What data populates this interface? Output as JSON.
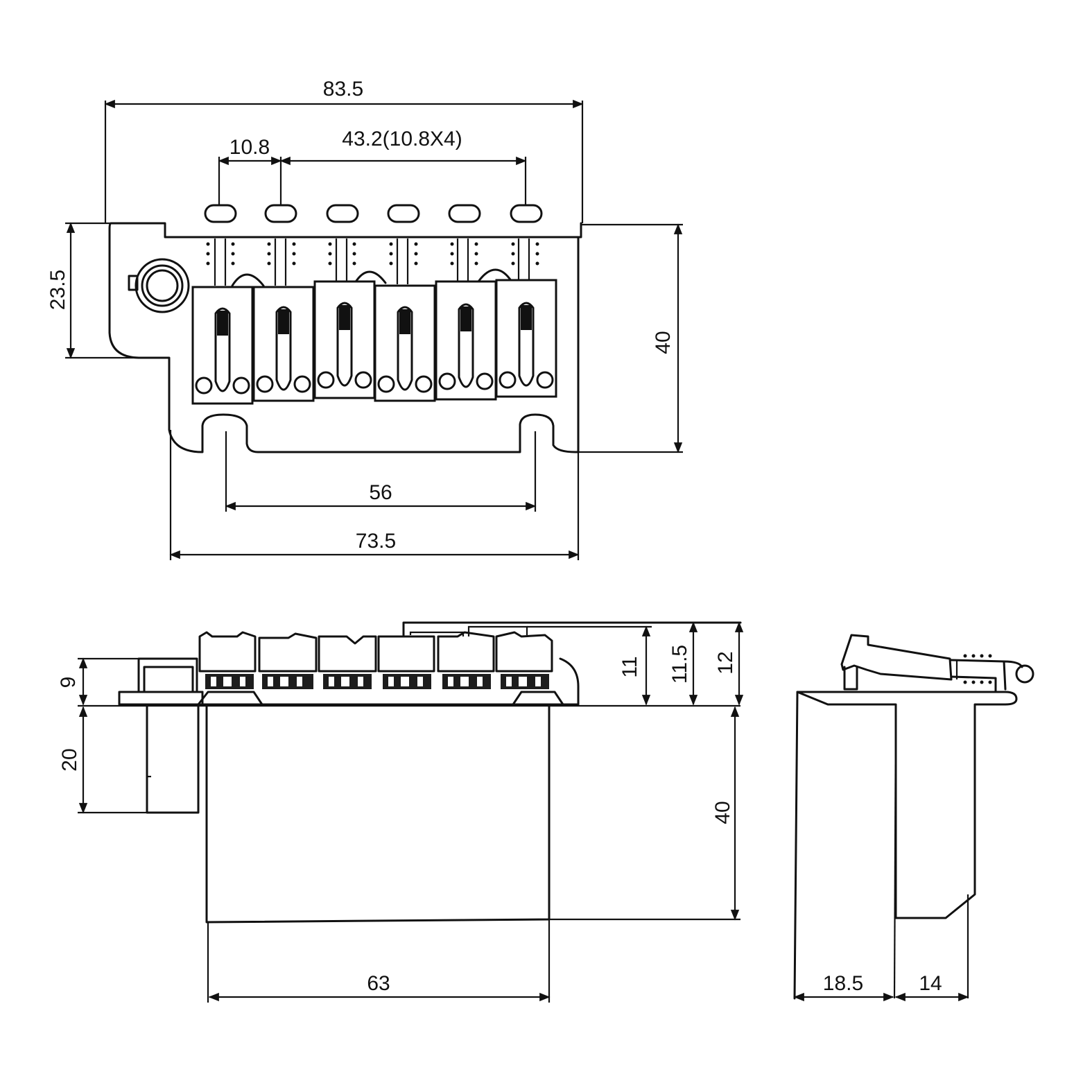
{
  "dimensions": {
    "top_width": "83.5",
    "saddle_pitch": "10.8",
    "saddle_span": "43.2(10.8X4)",
    "plate_height": "23.5",
    "total_depth": "40",
    "screw_spacing": "56",
    "plate_width": "73.5",
    "bridge_height": "9",
    "block_drop": "20",
    "saddle_h1": "11",
    "saddle_h2": "11.5",
    "saddle_h3": "12",
    "block_height": "40",
    "block_width": "63",
    "side_depth_a": "18.5",
    "side_depth_b": "14"
  }
}
